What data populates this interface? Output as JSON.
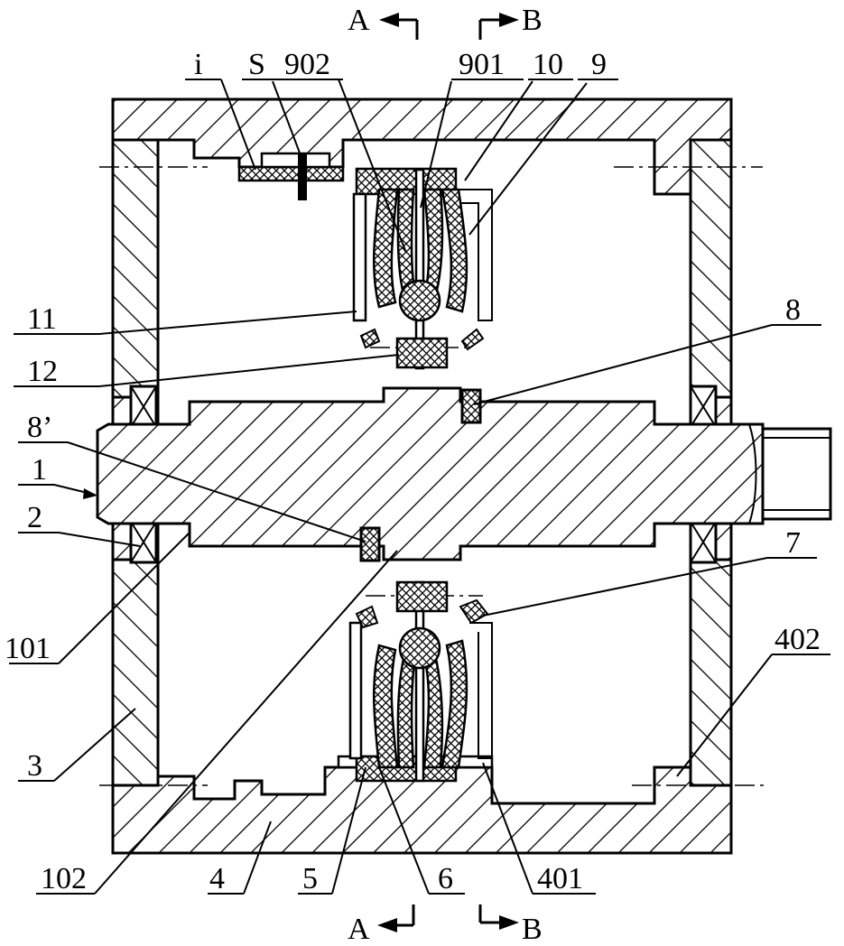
{
  "section_marks": {
    "a_top": "A",
    "b_top": "B",
    "a_bottom": "A",
    "b_bottom": "B"
  },
  "labels": {
    "i": "i",
    "s": "S",
    "l902": "902",
    "l901": "901",
    "l10": "10",
    "l9": "9",
    "l11": "11",
    "l8": "8",
    "l12": "12",
    "l8p": "8’",
    "l1": "1",
    "l2": "2",
    "l7": "7",
    "l101": "101",
    "l402": "402",
    "l3": "3",
    "l102": "102",
    "l4": "4",
    "l5": "5",
    "l6": "6",
    "l401": "401"
  }
}
